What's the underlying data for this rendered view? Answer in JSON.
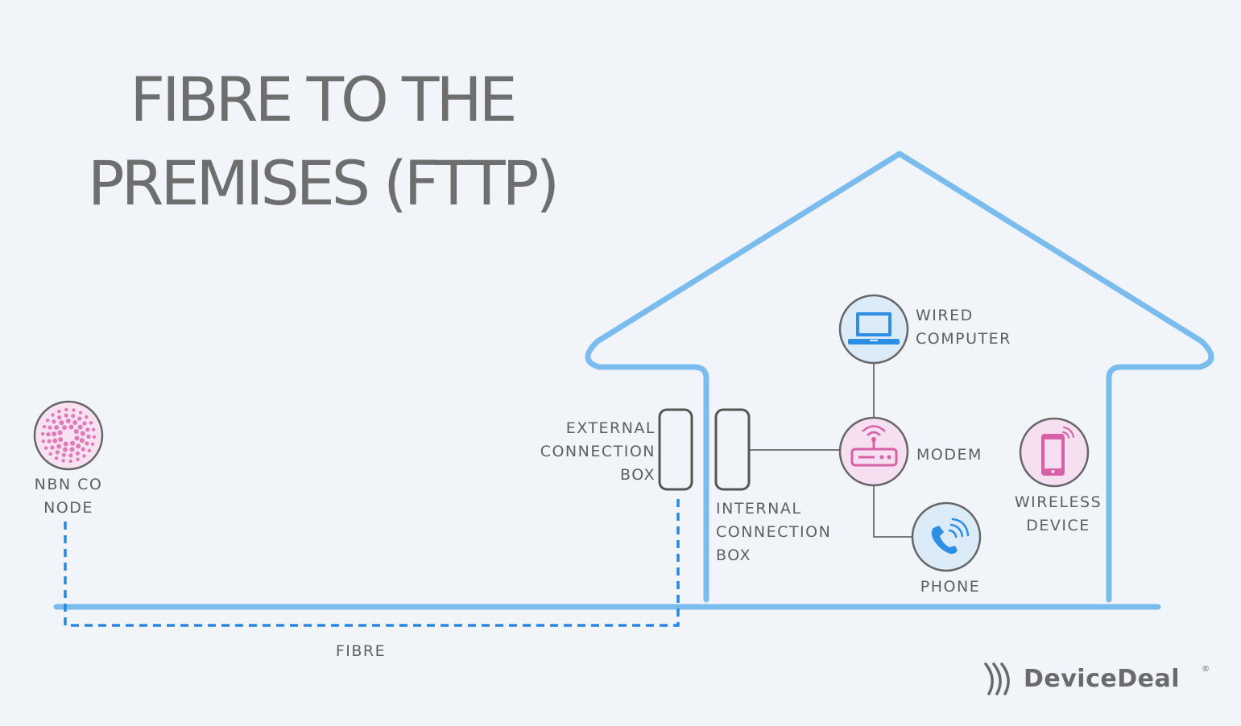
{
  "title": {
    "line1": "FIBRE TO THE",
    "line2": "PREMISES (FTTP)"
  },
  "labels": {
    "nbn_node": [
      "NBN CO",
      "NODE"
    ],
    "external_box": [
      "EXTERNAL",
      "CONNECTION",
      "BOX"
    ],
    "internal_box": [
      "INTERNAL",
      "CONNECTION",
      "BOX"
    ],
    "wired_computer": [
      "WIRED",
      "COMPUTER"
    ],
    "modem": "MODEM",
    "phone": "PHONE",
    "wireless_device": [
      "WIRELESS",
      "DEVICE"
    ],
    "fibre": "FIBRE"
  },
  "icons": {
    "nbn_node": "dotted-circle-icon",
    "wired_computer": "laptop-icon",
    "modem": "router-icon",
    "phone": "phone-call-icon",
    "wireless_device": "smartphone-icon",
    "brand": "chevron-logo-icon"
  },
  "brand": {
    "name": "DeviceDeal",
    "registered": "®"
  },
  "colors": {
    "background": "#f1f5f9",
    "house_line": "#7bbcef",
    "fibre_dash": "#2b86e0",
    "box_stroke": "#555555",
    "connector": "#777777",
    "node_pink": "#e07ab8",
    "blue_icon": "#2d8ee6",
    "pink_icon": "#d760a7",
    "icon_circle_blue": "#dcebf8",
    "icon_circle_pink": "#f5dff0",
    "title_text": "#6e6e6e",
    "label_text": "#5f5f5f"
  }
}
